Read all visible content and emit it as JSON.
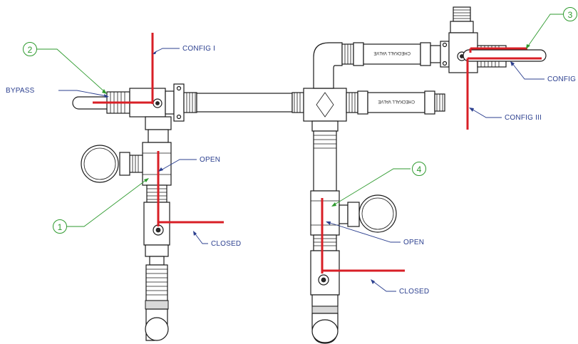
{
  "labels": {
    "config_i": "CONFIG I",
    "config_ii": "CONFIG",
    "config_iii": "CONFIG III",
    "bypass": "BYPASS",
    "open_left": "OPEN",
    "closed_left": "CLOSED",
    "open_right": "OPEN",
    "closed_right": "CLOSED"
  },
  "callouts": {
    "c1": "1",
    "c2": "2",
    "c3": "3",
    "c4": "4"
  },
  "check_valve_text": {
    "upper": "CHECKALL VALVE",
    "lower": "CHECKALL VALVE"
  },
  "colors": {
    "label_blue": "#2b3f8f",
    "callout_green": "#2e9a2e",
    "handle_red": "#d81f26",
    "line_black": "#1a1a1a"
  }
}
